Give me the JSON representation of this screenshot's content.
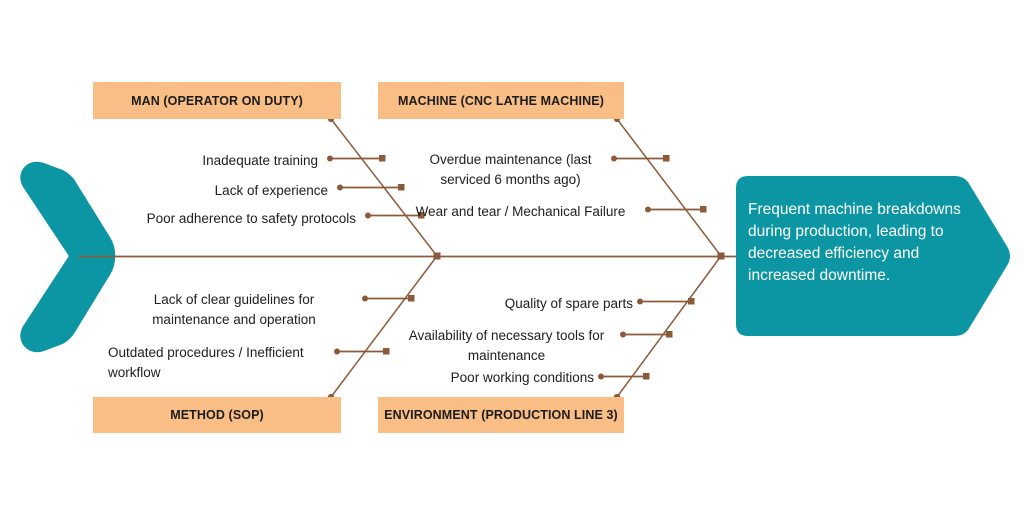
{
  "diagram": {
    "type": "fishbone-ishikawa",
    "colors": {
      "category_box": "#F9BE85",
      "effect_box": "#0C96A3",
      "tail": "#0C96A3",
      "bone_line": "#8A5A3B",
      "category_text": "#1C1C1C",
      "cause_text": "#20201F",
      "effect_text": "#FFFFFF"
    },
    "effect": {
      "text": "Frequent machine breakdowns during production, leading to decreased efficiency and increased downtime."
    },
    "categories": [
      {
        "id": "man",
        "label": "MAN (OPERATOR ON DUTY)",
        "position": "top-left",
        "causes": [
          "Inadequate training",
          "Lack of experience",
          "Poor adherence to safety protocols"
        ]
      },
      {
        "id": "machine",
        "label": "MACHINE (CNC LATHE MACHINE)",
        "position": "top-right",
        "causes": [
          "Overdue maintenance (last serviced 6 months ago)",
          "Wear and tear / Mechanical Failure"
        ]
      },
      {
        "id": "method",
        "label": "METHOD (SOP)",
        "position": "bottom-left",
        "causes": [
          "Lack of clear guidelines for maintenance and operation",
          "Outdated procedures / Inefficient workflow"
        ]
      },
      {
        "id": "environment",
        "label": "ENVIRONMENT (PRODUCTION LINE 3)",
        "position": "bottom-right",
        "causes": [
          "Quality of spare parts",
          "Availability of necessary tools for maintenance",
          "Poor working conditions"
        ]
      }
    ]
  }
}
